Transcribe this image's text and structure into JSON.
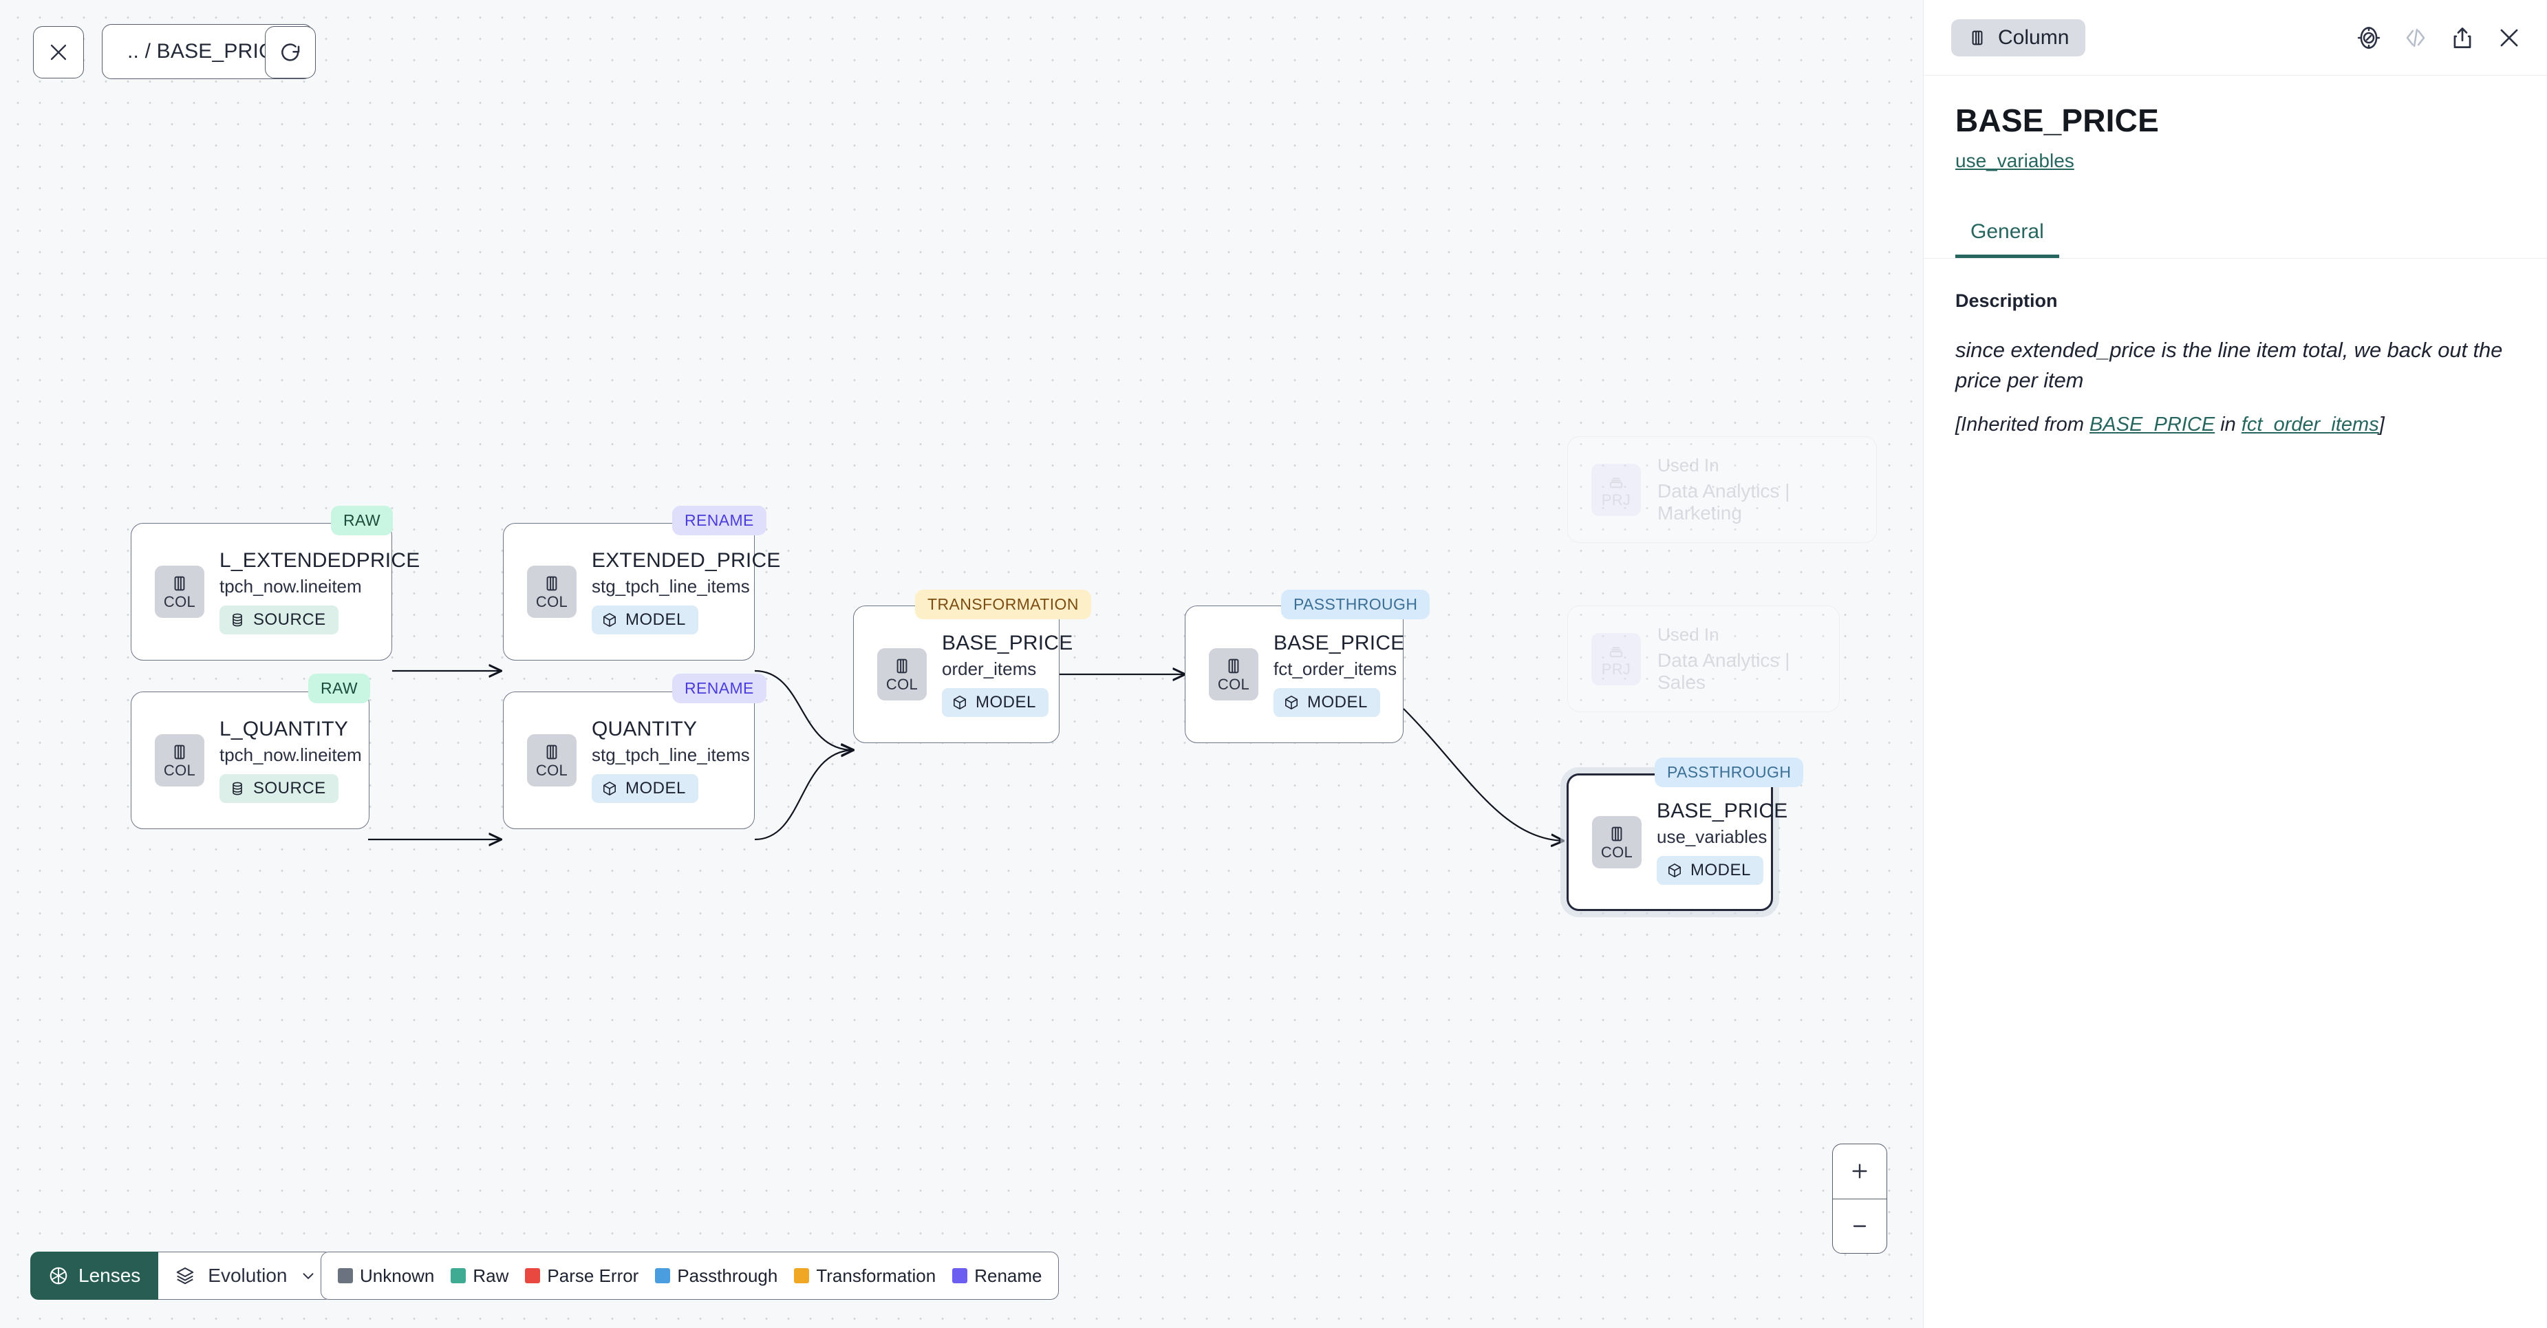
{
  "toolbar": {
    "close_icon": "close-icon",
    "breadcrumb": ".. / BASE_PRICE",
    "refresh_icon": "refresh-icon"
  },
  "graph": {
    "nodes": [
      {
        "id": "l-extendedprice",
        "tag": "RAW",
        "tag_kind": "raw",
        "chip": "COL",
        "title": "L_EXTENDEDPRICE",
        "subtitle": "tpch_now.lineitem",
        "pill": "SOURCE",
        "pill_kind": "source",
        "selected": false
      },
      {
        "id": "l-quantity",
        "tag": "RAW",
        "tag_kind": "raw",
        "chip": "COL",
        "title": "L_QUANTITY",
        "subtitle": "tpch_now.lineitem",
        "pill": "SOURCE",
        "pill_kind": "source",
        "selected": false
      },
      {
        "id": "extended-price",
        "tag": "RENAME",
        "tag_kind": "rename",
        "chip": "COL",
        "title": "EXTENDED_PRICE",
        "subtitle": "stg_tpch_line_items",
        "pill": "MODEL",
        "pill_kind": "model",
        "selected": false
      },
      {
        "id": "quantity",
        "tag": "RENAME",
        "tag_kind": "rename",
        "chip": "COL",
        "title": "QUANTITY",
        "subtitle": "stg_tpch_line_items",
        "pill": "MODEL",
        "pill_kind": "model",
        "selected": false
      },
      {
        "id": "base-price-order-items",
        "tag": "TRANSFORMATION",
        "tag_kind": "transformation",
        "chip": "COL",
        "title": "BASE_PRICE",
        "subtitle": "order_items",
        "pill": "MODEL",
        "pill_kind": "model",
        "selected": false
      },
      {
        "id": "base-price-fct-order-items",
        "tag": "PASSTHROUGH",
        "tag_kind": "passthrough",
        "chip": "COL",
        "title": "BASE_PRICE",
        "subtitle": "fct_order_items",
        "pill": "MODEL",
        "pill_kind": "model",
        "selected": false
      },
      {
        "id": "base-price-use-variables",
        "tag": "PASSTHROUGH",
        "tag_kind": "passthrough",
        "chip": "COL",
        "title": "BASE_PRICE",
        "subtitle": "use_variables",
        "pill": "MODEL",
        "pill_kind": "model",
        "selected": true
      }
    ],
    "used_in_cards": [
      {
        "chip": "PRJ",
        "label": "Used In",
        "name": "Data Analytics | Marketing"
      },
      {
        "chip": "PRJ",
        "label": "Used In",
        "name": "Data Analytics | Sales"
      }
    ]
  },
  "bottom_bar": {
    "lenses_label": "Lenses",
    "lenses_icon": "aperture-icon",
    "evolution_label": "Evolution",
    "evolution_icon": "layers-icon",
    "evolution_chevron": "chevron-down-icon",
    "legend": [
      {
        "label": "Unknown",
        "color": "#6b7280"
      },
      {
        "label": "Raw",
        "color": "#3fab92"
      },
      {
        "label": "Parse Error",
        "color": "#e8483f"
      },
      {
        "label": "Passthrough",
        "color": "#4a9ee0"
      },
      {
        "label": "Transformation",
        "color": "#efa724"
      },
      {
        "label": "Rename",
        "color": "#6d5ef2"
      }
    ]
  },
  "zoom_controls": {
    "zoom_in": "+",
    "zoom_out": "−"
  },
  "panel": {
    "type_badge": "Column",
    "type_badge_icon": "column-icon",
    "icons": [
      "compass-icon",
      "code-icon",
      "share-icon",
      "close-icon"
    ],
    "title": "BASE_PRICE",
    "subtitle": "use_variables",
    "tabs": [
      {
        "label": "General",
        "active": true
      }
    ],
    "description_label": "Description",
    "description_text": "since extended_price is the line item total, we back out the price per item",
    "inherited_prefix": "[Inherited from ",
    "inherited_link1": "BASE_PRICE",
    "inherited_middle": " in ",
    "inherited_link2": "fct_order_items",
    "inherited_suffix": "]"
  },
  "colors": {
    "accent_teal": "#26665f",
    "canvas_bg": "#f7f8fa",
    "selected_border": "#22283a"
  }
}
